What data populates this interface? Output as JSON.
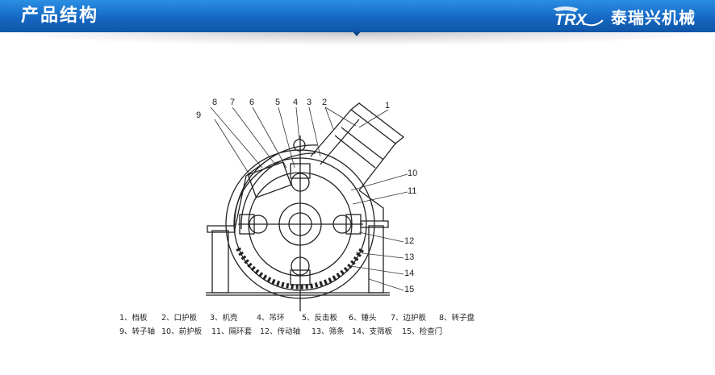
{
  "banner": {
    "title": "产品结构",
    "brand_name": "泰瑞兴机械",
    "logo_text": "TRX",
    "color_top": "#2b8fe3",
    "color_bottom": "#0f55a6"
  },
  "figure": {
    "callouts": [
      "1",
      "2",
      "3",
      "4",
      "5",
      "6",
      "7",
      "8",
      "9",
      "10",
      "11",
      "12",
      "13",
      "14",
      "15"
    ]
  },
  "legend": [
    [
      {
        "num": "1、",
        "label": "档板"
      },
      {
        "num": "2、",
        "label": "口护板"
      },
      {
        "num": "3、",
        "label": "机壳"
      },
      {
        "num": "4、",
        "label": "吊环"
      },
      {
        "num": "5、",
        "label": "反击板"
      },
      {
        "num": "6、",
        "label": "锤头"
      },
      {
        "num": "7、",
        "label": "边护板"
      },
      {
        "num": "8、",
        "label": "转子盘"
      }
    ],
    [
      {
        "num": "9、",
        "label": "转子轴"
      },
      {
        "num": "10、",
        "label": "前护板"
      },
      {
        "num": "11、",
        "label": "隔环套"
      },
      {
        "num": "12、",
        "label": "传动轴"
      },
      {
        "num": "13、",
        "label": "筛条"
      },
      {
        "num": "14、",
        "label": "支筛板"
      },
      {
        "num": "15、",
        "label": "检查门"
      }
    ]
  ]
}
